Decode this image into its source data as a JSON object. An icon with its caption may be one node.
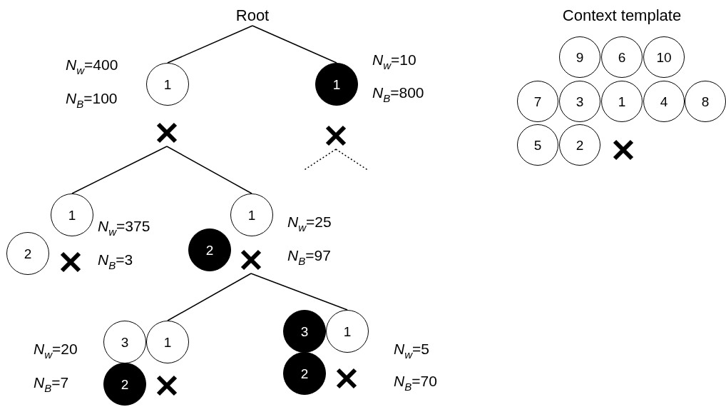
{
  "diagram": {
    "nodes": [
      {
        "text": [
          "Root"
        ]
      },
      {
        "text": [
          "1"
        ],
        "beside": [
          "*N*$_{w}$=400",
          "*N*$_{B}$=100"
        ]
      },
      {
        "text": [
          "1"
        ],
        "beside": [
          "*N*$_{w}$=10",
          "*N*$_{B}$=800"
        ]
      },
      {
        "text": [],
        "shape": "cross"
      },
      {
        "text": [],
        "shape": "cross"
      },
      {
        "text": [
          "1"
        ],
        "beside": [
          "*N*$_{w}$=375",
          "*N*$_{B}$=3"
        ]
      },
      {
        "text": [
          "2"
        ]
      },
      {
        "text": [],
        "shape": "cross"
      },
      {
        "text": [
          "1"
        ],
        "beside": [
          "*N*$_{w}$=25",
          "*N*$_{B}$=97"
        ]
      },
      {
        "text": [
          "2"
        ]
      },
      {
        "text": [],
        "shape": "cross"
      },
      {
        "text": [
          "3"
        ],
        "beside": [
          "*N*$_{w}$=20",
          "*N*$_{B}$=7"
        ]
      },
      {
        "text": [
          "1"
        ]
      },
      {
        "text": [
          "2"
        ]
      },
      {
        "text": [],
        "shape": "cross"
      },
      {
        "text": [
          "3"
        ],
        "beside": [
          "*N*$_{w}$=5",
          "*N*$_{B}$=70"
        ]
      },
      {
        "text": [
          "1"
        ]
      },
      {
        "text": [
          "2"
        ]
      },
      {
        "text": [],
        "shape": "cross"
      },
      {
        "text": [
          "9"
        ]
      },
      {
        "text": [
          "6"
        ]
      },
      {
        "text": [
          "10"
        ]
      },
      {
        "text": [
          "7"
        ]
      },
      {
        "text": [
          "3"
        ]
      },
      {
        "text": [
          "1"
        ]
      },
      {
        "text": [
          "4"
        ]
      },
      {
        "text": [
          "8"
        ]
      },
      {
        "text": [
          "5"
        ]
      },
      {
        "text": [
          "2"
        ]
      },
      {
        "text": [],
        "shape": "cross"
      }
    ],
    "edges": [
      {
        "from": 0,
        "to": 1,
        "arrow": "none"
      },
      {
        "from": 0,
        "to": 2,
        "arrow": "none"
      },
      {
        "from": 3,
        "to": 5,
        "arrow": "none"
      },
      {
        "from": 3,
        "to": 8,
        "arrow": "none"
      },
      {
        "from": 4,
        "to": null,
        "arrow": "none",
        "style": "dashed"
      },
      {
        "from": 4,
        "to": null,
        "arrow": "none",
        "style": "dashed"
      },
      {
        "from": 10,
        "to": 12,
        "arrow": "none"
      },
      {
        "from": 10,
        "to": 16,
        "arrow": "none"
      }
    ],
    "labels": [
      "Context template"
    ]
  }
}
